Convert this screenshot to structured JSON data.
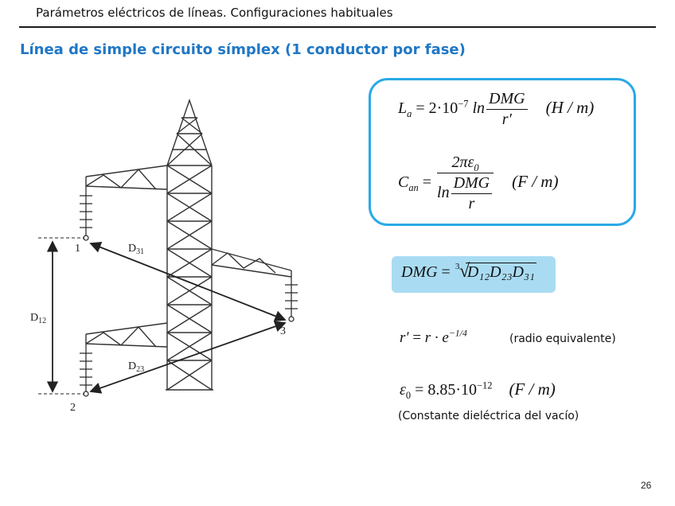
{
  "header": {
    "title": "Parámetros eléctricos de líneas. Configuraciones habituales"
  },
  "slide": {
    "title": "Línea de simple circuito símplex (1 conductor por fase)",
    "page_number": "26"
  },
  "diagram": {
    "labels": {
      "d12": "D",
      "d12_sub": "12",
      "d23": "D",
      "d23_sub": "23",
      "d31": "D",
      "d31_sub": "31",
      "node1": "1",
      "node2": "2",
      "node3": "3"
    }
  },
  "formulas": {
    "la": {
      "lhs": "L",
      "lhs_sub": "a",
      "eq": "=",
      "coef": "2·10",
      "exp": "−7",
      "ln": "ln",
      "num": "DMG",
      "den": "r′",
      "unit": "(H / m)"
    },
    "can": {
      "lhs": "C",
      "lhs_sub": "an",
      "eq": "=",
      "num": "2πε",
      "num_sub": "0",
      "ln": "ln",
      "inner_num": "DMG",
      "inner_den": "r",
      "unit": "(F / m)"
    },
    "dmg": {
      "lhs": "DMG",
      "eq": "=",
      "index": "3",
      "radicand": "D₁₂D₂₃D₃₁"
    },
    "r_eq": {
      "lhs": "r′",
      "eq": "=",
      "rhs": "r · e",
      "exp": "−1/4"
    },
    "eps": {
      "lhs": "ε",
      "lhs_sub": "0",
      "eq": "=",
      "value": "8.85·10",
      "exp": "−12",
      "unit": "(F / m)"
    }
  },
  "notes": {
    "radio": "(radio equivalente)",
    "constante": "(Constante dieléctrica del vacío)"
  },
  "colors": {
    "title": "#1f77c6",
    "box_border": "#2aa9e6",
    "dmg_box": "#a9dcf3"
  }
}
